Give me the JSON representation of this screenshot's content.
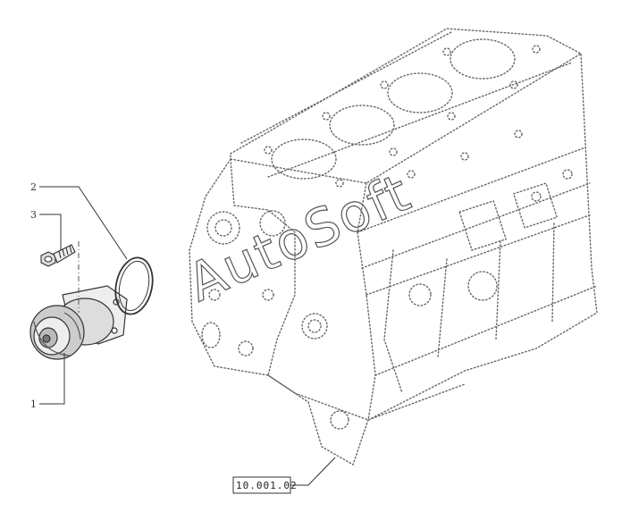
{
  "diagram": {
    "callouts": [
      {
        "id": "1",
        "label": "1"
      },
      {
        "id": "2",
        "label": "2"
      },
      {
        "id": "3",
        "label": "3"
      }
    ],
    "reference_code": "10.001.02",
    "watermark": "AutoSoft",
    "colors": {
      "line": "#444444",
      "dotted": "#666666",
      "background": "#ffffff"
    }
  }
}
